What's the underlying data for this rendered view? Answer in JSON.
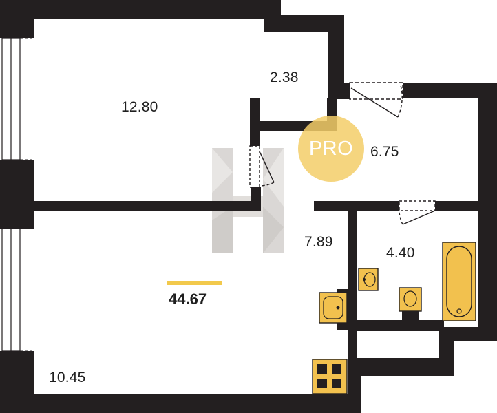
{
  "colors": {
    "wall": "#231f20",
    "fixture_fill": "#f2c14e",
    "fixture_stroke": "#231f20",
    "badge": "#f3ce68",
    "total_bar": "#f2c94c",
    "watermark": "#bdb8b3"
  },
  "badge": {
    "text": "PRO"
  },
  "total_area": "44.67",
  "rooms": [
    {
      "id": "bedroom",
      "area": "12.80"
    },
    {
      "id": "wardrobe",
      "area": "2.38"
    },
    {
      "id": "hallway",
      "area": "6.75"
    },
    {
      "id": "corridor",
      "area": "7.89"
    },
    {
      "id": "bathroom",
      "area": "4.40"
    },
    {
      "id": "living-kitchen",
      "area": "10.45"
    }
  ],
  "icons": [
    "bathtub-icon",
    "bathroom-sink-icon",
    "toilet-icon",
    "kitchen-sink-icon",
    "stove-icon",
    "door-swing-icon",
    "window-icon",
    "watermark-logo"
  ]
}
